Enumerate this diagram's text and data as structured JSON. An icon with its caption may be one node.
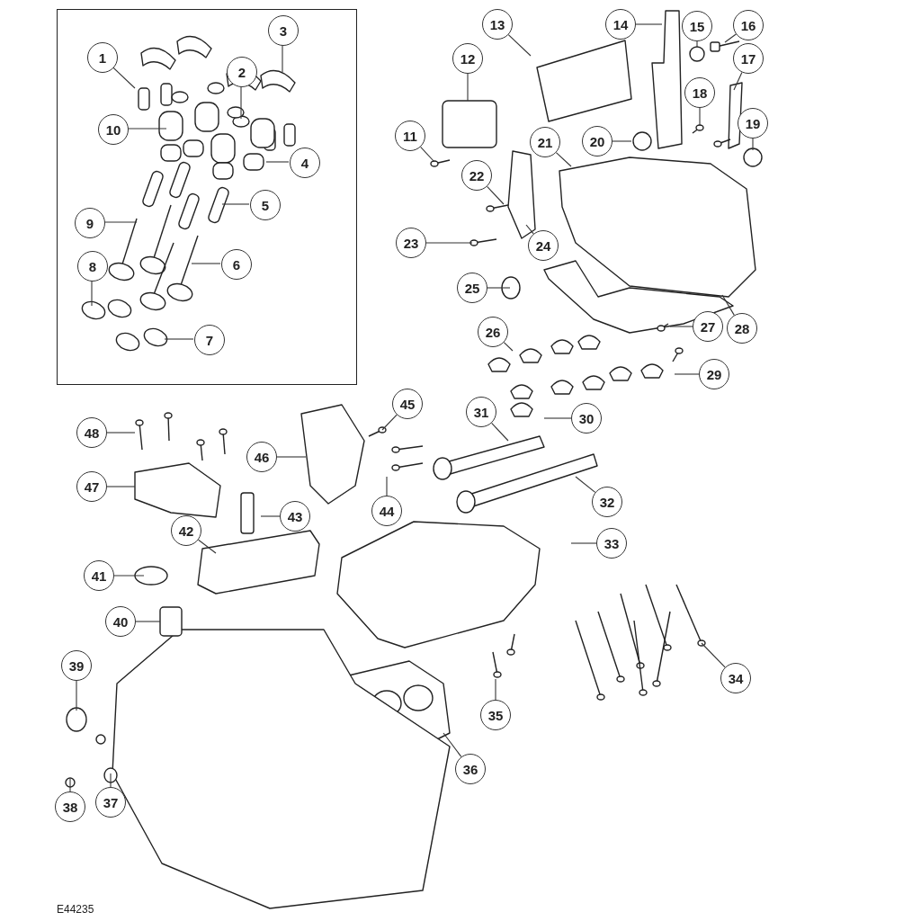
{
  "diagram": {
    "nodes": [
      {
        "text": [],
        "shape": "box"
      },
      {
        "text": [
          "1"
        ],
        "in": 0
      },
      {
        "text": [
          "2"
        ],
        "in": 0
      },
      {
        "text": [
          "3"
        ],
        "in": 0
      },
      {
        "text": [
          "4"
        ],
        "in": 0
      },
      {
        "text": [
          "5"
        ],
        "in": 0
      },
      {
        "text": [
          "6"
        ],
        "in": 0
      },
      {
        "text": [
          "7"
        ],
        "in": 0
      },
      {
        "text": [
          "8"
        ],
        "in": 0
      },
      {
        "text": [
          "9"
        ],
        "in": 0
      },
      {
        "text": [
          "10"
        ],
        "in": 0
      },
      {
        "text": [
          "11"
        ]
      },
      {
        "text": [
          "12"
        ]
      },
      {
        "text": [
          "13"
        ]
      },
      {
        "text": [
          "14"
        ]
      },
      {
        "text": [
          "15"
        ]
      },
      {
        "text": [
          "16"
        ]
      },
      {
        "text": [
          "17"
        ]
      },
      {
        "text": [
          "18"
        ]
      },
      {
        "text": [
          "19"
        ]
      },
      {
        "text": [
          "20"
        ]
      },
      {
        "text": [
          "21"
        ]
      },
      {
        "text": [
          "22"
        ]
      },
      {
        "text": [
          "23"
        ]
      },
      {
        "text": [
          "24"
        ]
      },
      {
        "text": [
          "25"
        ]
      },
      {
        "text": [
          "26"
        ]
      },
      {
        "text": [
          "27"
        ]
      },
      {
        "text": [
          "28"
        ]
      },
      {
        "text": [
          "29"
        ]
      },
      {
        "text": [
          "30"
        ]
      },
      {
        "text": [
          "31"
        ]
      },
      {
        "text": [
          "32"
        ]
      },
      {
        "text": [
          "33"
        ]
      },
      {
        "text": [
          "34"
        ]
      },
      {
        "text": [
          "35"
        ]
      },
      {
        "text": [
          "36"
        ]
      },
      {
        "text": [
          "37"
        ]
      },
      {
        "text": [
          "38"
        ]
      },
      {
        "text": [
          "39"
        ]
      },
      {
        "text": [
          "40"
        ]
      },
      {
        "text": [
          "41"
        ]
      },
      {
        "text": [
          "42"
        ]
      },
      {
        "text": [
          "43"
        ]
      },
      {
        "text": [
          "44"
        ]
      },
      {
        "text": [
          "45"
        ]
      },
      {
        "text": [
          "46"
        ]
      },
      {
        "text": [
          "47"
        ]
      },
      {
        "text": [
          "48"
        ]
      }
    ],
    "edges": [
      {
        "from": 1,
        "to": null,
        "arrow": "none"
      },
      {
        "from": 2,
        "to": null,
        "arrow": "none"
      },
      {
        "from": 3,
        "to": null,
        "arrow": "none"
      },
      {
        "from": 4,
        "to": null,
        "arrow": "none"
      },
      {
        "from": 5,
        "to": null,
        "arrow": "none"
      },
      {
        "from": 6,
        "to": null,
        "arrow": "none"
      },
      {
        "from": 7,
        "to": null,
        "arrow": "none"
      },
      {
        "from": 8,
        "to": null,
        "arrow": "none"
      },
      {
        "from": 9,
        "to": null,
        "arrow": "none"
      },
      {
        "from": 10,
        "to": null,
        "arrow": "none"
      },
      {
        "from": 11,
        "to": null,
        "arrow": "none"
      },
      {
        "from": 12,
        "to": null,
        "arrow": "none"
      },
      {
        "from": 13,
        "to": null,
        "arrow": "none"
      },
      {
        "from": 14,
        "to": null,
        "arrow": "none"
      },
      {
        "from": 15,
        "to": null,
        "arrow": "none"
      },
      {
        "from": 16,
        "to": null,
        "arrow": "none"
      },
      {
        "from": 17,
        "to": null,
        "arrow": "none"
      },
      {
        "from": 18,
        "to": null,
        "arrow": "none"
      },
      {
        "from": 19,
        "to": null,
        "arrow": "none"
      },
      {
        "from": 20,
        "to": null,
        "arrow": "none"
      },
      {
        "from": 21,
        "to": null,
        "arrow": "none"
      },
      {
        "from": 22,
        "to": null,
        "arrow": "none"
      },
      {
        "from": 23,
        "to": null,
        "arrow": "none"
      },
      {
        "from": 24,
        "to": null,
        "arrow": "none"
      },
      {
        "from": 25,
        "to": null,
        "arrow": "none"
      },
      {
        "from": 26,
        "to": null,
        "arrow": "none"
      },
      {
        "from": 27,
        "to": null,
        "arrow": "none"
      },
      {
        "from": 28,
        "to": null,
        "arrow": "none"
      },
      {
        "from": 29,
        "to": null,
        "arrow": "none"
      },
      {
        "from": 30,
        "to": null,
        "arrow": "none"
      },
      {
        "from": 31,
        "to": null,
        "arrow": "none"
      },
      {
        "from": 32,
        "to": null,
        "arrow": "none"
      },
      {
        "from": 33,
        "to": null,
        "arrow": "none"
      },
      {
        "from": 34,
        "to": null,
        "arrow": "none"
      },
      {
        "from": 35,
        "to": null,
        "arrow": "none"
      },
      {
        "from": 36,
        "to": null,
        "arrow": "none"
      },
      {
        "from": 37,
        "to": null,
        "arrow": "none"
      },
      {
        "from": 38,
        "to": null,
        "arrow": "none"
      },
      {
        "from": 39,
        "to": null,
        "arrow": "none"
      },
      {
        "from": 40,
        "to": null,
        "arrow": "none"
      },
      {
        "from": 41,
        "to": null,
        "arrow": "none"
      },
      {
        "from": 42,
        "to": null,
        "arrow": "none"
      },
      {
        "from": 43,
        "to": null,
        "arrow": "none"
      },
      {
        "from": 44,
        "to": null,
        "arrow": "none"
      },
      {
        "from": 45,
        "to": null,
        "arrow": "none"
      },
      {
        "from": 46,
        "to": null,
        "arrow": "none"
      },
      {
        "from": 47,
        "to": null,
        "arrow": "none"
      },
      {
        "from": 48,
        "to": null,
        "arrow": "none"
      }
    ],
    "labels": [
      "E44235"
    ]
  }
}
